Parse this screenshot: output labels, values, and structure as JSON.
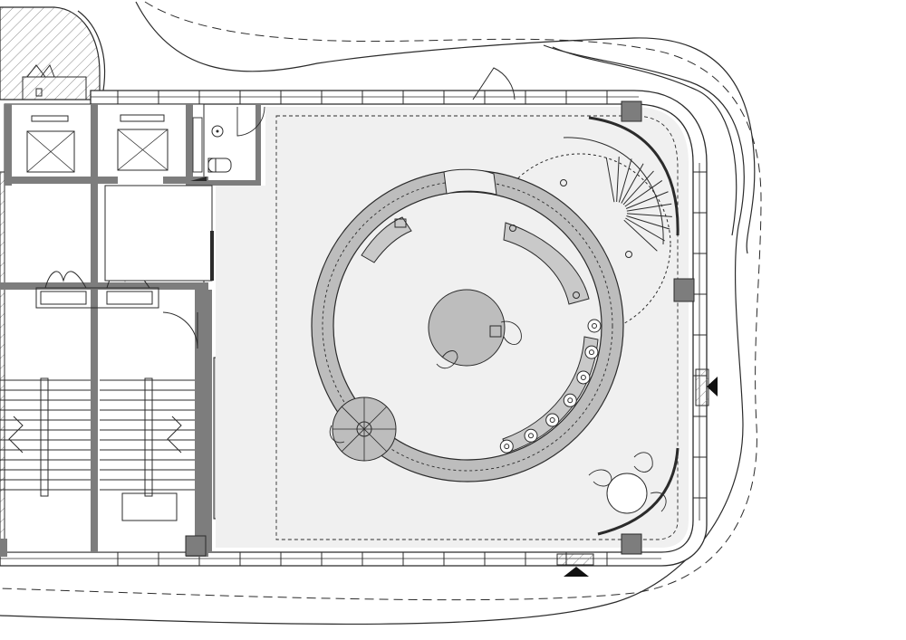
{
  "drawing": {
    "type": "architectural floor plan",
    "colors": {
      "line": "#2b2b2b",
      "wall_fill": "#7d7d7d",
      "floor_fill": "#f0f0f0",
      "bar_fill": "#b8b8b8",
      "core_fill": "#e4e4e4",
      "hatch": "#8a8a8a",
      "background": "#ffffff"
    },
    "counts": {
      "counter_stools": 7,
      "stair_risers": 12
    },
    "symbols": [
      "north-triangle",
      "column",
      "elevator-cross",
      "door-swing",
      "spiral-stair",
      "circular-bar",
      "banquette",
      "round-table",
      "dashed-outline"
    ]
  }
}
